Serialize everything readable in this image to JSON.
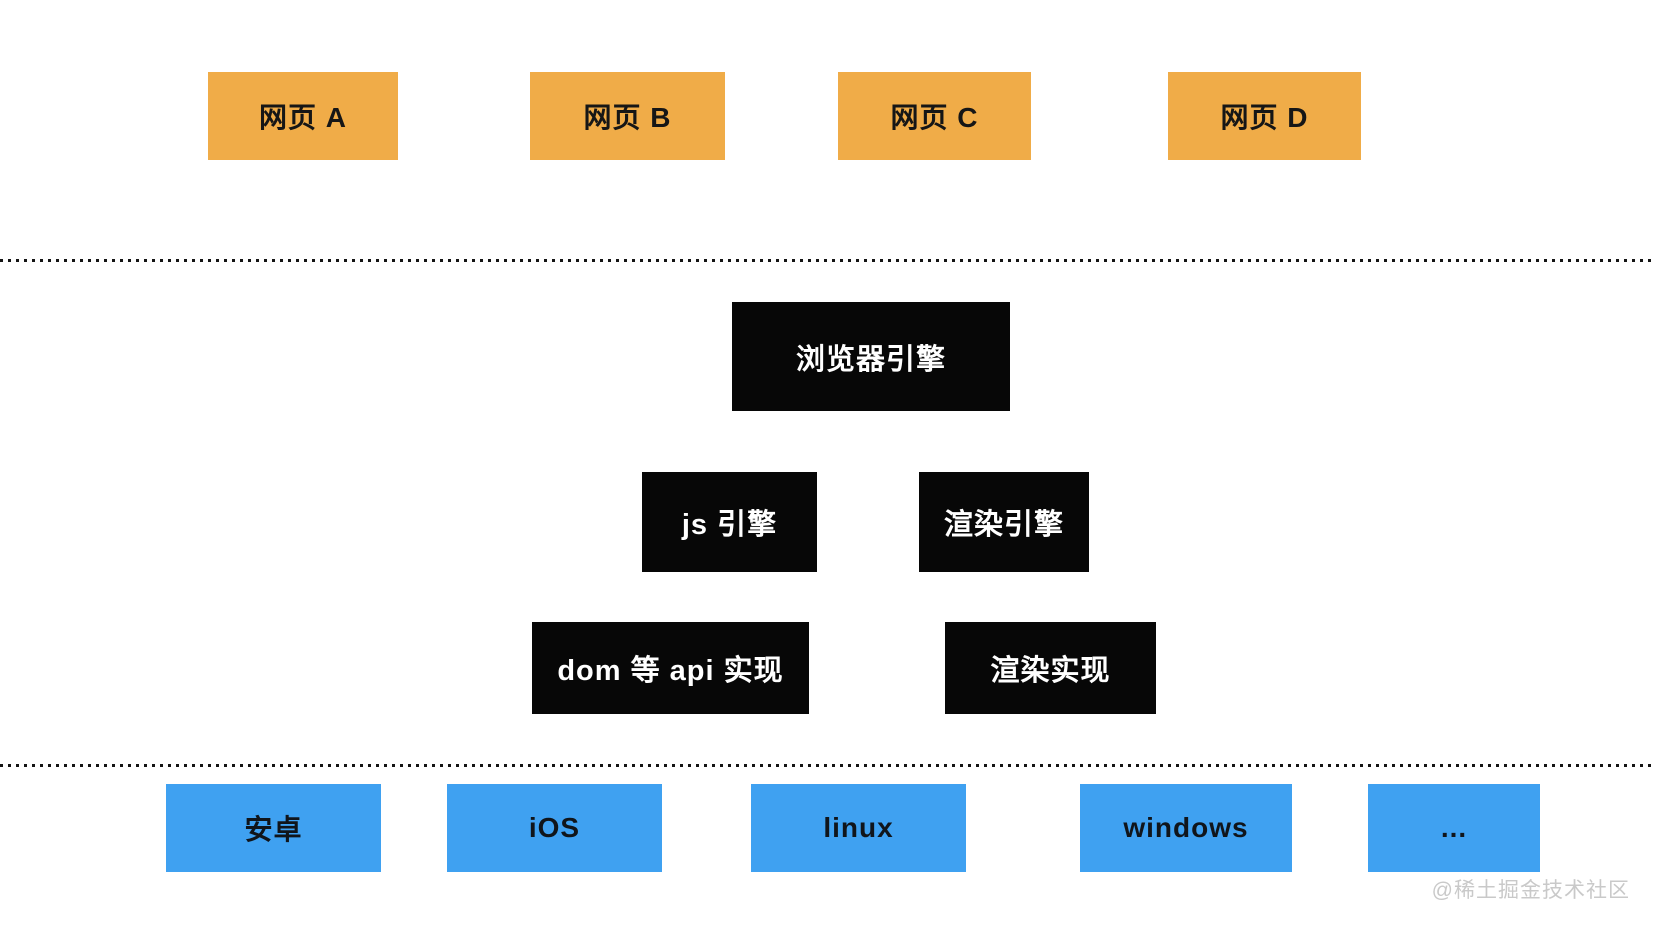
{
  "diagram": {
    "title": "browser-architecture-diagram",
    "colors": {
      "webpage_box": "#F0AC48",
      "engine_box": "#070707",
      "engine_text": "#ffffff",
      "platform_box": "#3FA1F1",
      "box_text": "#161616",
      "divider_dots": "#141414",
      "watermark_text": "#c9c9c9",
      "background": "#ffffff"
    },
    "webpages": [
      {
        "label": "网页 A"
      },
      {
        "label": "网页 B"
      },
      {
        "label": "网页 C"
      },
      {
        "label": "网页 D"
      }
    ],
    "engine": {
      "browser_engine": "浏览器引擎",
      "js_engine": "js 引擎",
      "render_engine": "渲染引擎",
      "dom_api_impl": "dom 等 api 实现",
      "render_impl": "渲染实现"
    },
    "platforms": [
      {
        "label": "安卓"
      },
      {
        "label": "iOS"
      },
      {
        "label": "linux"
      },
      {
        "label": "windows"
      },
      {
        "label": "..."
      }
    ],
    "watermark": "@稀土掘金技术社区"
  }
}
